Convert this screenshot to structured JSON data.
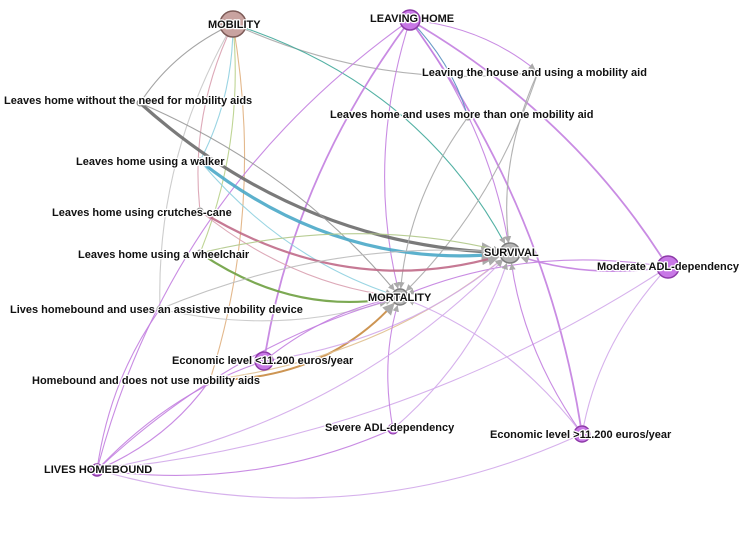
{
  "diagram": {
    "nodes": [
      {
        "id": "mobility",
        "label": "MOBILITY",
        "color": "#c9a3a0",
        "border": "#7d5b58"
      },
      {
        "id": "leaving_home",
        "label": "LEAVING HOME",
        "color": "#c878e6",
        "border": "#8d3aa8"
      },
      {
        "id": "leaving_aid",
        "label": "Leaving the house and using a mobility aid",
        "color": "#bdbdbd",
        "border": "#8a8a8a"
      },
      {
        "id": "no_aids",
        "label": "Leaves home without the need for mobility aids",
        "color": "#bdbdbd",
        "border": "#8a8a8a"
      },
      {
        "id": "more_aids",
        "label": "Leaves home and uses more than one mobility aid",
        "color": "#bdbdbd",
        "border": "#8a8a8a"
      },
      {
        "id": "walker",
        "label": "Leaves home using a walker",
        "color": "#bdbdbd",
        "border": "#8a8a8a"
      },
      {
        "id": "crutches",
        "label": "Leaves home using crutches-cane",
        "color": "#bdbdbd",
        "border": "#8a8a8a"
      },
      {
        "id": "wheelchair",
        "label": "Leaves home using a wheelchair",
        "color": "#bdbdbd",
        "border": "#8a8a8a"
      },
      {
        "id": "survival",
        "label": "SURVIVAL",
        "color": "#b5b5b5",
        "border": "#7d7d7d"
      },
      {
        "id": "moderate_adl",
        "label": "Moderate ADL-dependency",
        "color": "#c878e6",
        "border": "#8d3aa8"
      },
      {
        "id": "homebound_assist",
        "label": "Lives homebound and uses an assistive mobility device",
        "color": "#bdbdbd",
        "border": "#8a8a8a"
      },
      {
        "id": "mortality",
        "label": "MORTALITY",
        "color": "#b5b5b5",
        "border": "#7d7d7d"
      },
      {
        "id": "econ_low",
        "label": "Economic level <11.200 euros/year",
        "color": "#c878e6",
        "border": "#8d3aa8"
      },
      {
        "id": "homebound_no_aids",
        "label": "Homebound and does not use mobility aids",
        "color": "#bdbdbd",
        "border": "#8a8a8a"
      },
      {
        "id": "severe_adl",
        "label": "Severe ADL-dependency",
        "color": "#c878e6",
        "border": "#8d3aa8"
      },
      {
        "id": "econ_high",
        "label": "Economic level >11.200 euros/year",
        "color": "#c878e6",
        "border": "#8d3aa8"
      },
      {
        "id": "lives_homebound",
        "label": "LIVES HOMEBOUND",
        "color": "#c878e6",
        "border": "#8d3aa8"
      }
    ],
    "edges": [
      {
        "from": "mobility",
        "to": "no_aids",
        "color": "#9a9a9a"
      },
      {
        "from": "mobility",
        "to": "walker",
        "color": "#8fcfe0"
      },
      {
        "from": "mobility",
        "to": "crutches",
        "color": "#d9a0b0"
      },
      {
        "from": "mobility",
        "to": "wheelchair",
        "color": "#b8d08a"
      },
      {
        "from": "mobility",
        "to": "homebound_assist",
        "color": "#c8c8c8"
      },
      {
        "from": "mobility",
        "to": "homebound_no_aids",
        "color": "#e0b080"
      },
      {
        "from": "mobility",
        "to": "leaving_aid",
        "color": "#aaaaaa"
      },
      {
        "from": "mobility",
        "to": "survival",
        "color": "#40a89a"
      },
      {
        "from": "leaving_home",
        "to": "leaving_aid",
        "color": "#c380e0"
      },
      {
        "from": "leaving_home",
        "to": "survival",
        "color": "#c380e0"
      },
      {
        "from": "leaving_home",
        "to": "mortality",
        "color": "#c380e0"
      },
      {
        "from": "leaving_home",
        "to": "moderate_adl",
        "color": "#c380e0"
      },
      {
        "from": "leaving_home",
        "to": "econ_low",
        "color": "#c380e0"
      },
      {
        "from": "leaving_home",
        "to": "econ_high",
        "color": "#c380e0"
      },
      {
        "from": "leaving_home",
        "to": "lives_homebound",
        "color": "#c380e0"
      },
      {
        "from": "leaving_home",
        "to": "more_aids",
        "color": "#5a90c0"
      },
      {
        "from": "leaving_aid",
        "to": "survival",
        "color": "#aaaaaa"
      },
      {
        "from": "leaving_aid",
        "to": "mortality",
        "color": "#aaaaaa"
      },
      {
        "from": "no_aids",
        "to": "survival",
        "color": "#6b6b6b"
      },
      {
        "from": "no_aids",
        "to": "mortality",
        "color": "#999999"
      },
      {
        "from": "more_aids",
        "to": "mortality",
        "color": "#aaaaaa"
      },
      {
        "from": "walker",
        "to": "survival",
        "color": "#4aa8c8"
      },
      {
        "from": "walker",
        "to": "mortality",
        "color": "#8fd0e0"
      },
      {
        "from": "crutches",
        "to": "survival",
        "color": "#c06a88"
      },
      {
        "from": "crutches",
        "to": "mortality",
        "color": "#d9a0b0"
      },
      {
        "from": "wheelchair",
        "to": "survival",
        "color": "#b0c888"
      },
      {
        "from": "wheelchair",
        "to": "mortality",
        "color": "#6ea040"
      },
      {
        "from": "homebound_assist",
        "to": "survival",
        "color": "#bbbbbb"
      },
      {
        "from": "homebound_assist",
        "to": "mortality",
        "color": "#c8c8c8"
      },
      {
        "from": "homebound_no_aids",
        "to": "mortality",
        "color": "#c88a40"
      },
      {
        "from": "homebound_no_aids",
        "to": "survival",
        "color": "#e0c090"
      },
      {
        "from": "moderate_adl",
        "to": "survival",
        "color": "#c380e0"
      },
      {
        "from": "moderate_adl",
        "to": "mortality",
        "color": "#c380e0"
      },
      {
        "from": "moderate_adl",
        "to": "lives_homebound",
        "color": "#d2a8ea"
      },
      {
        "from": "moderate_adl",
        "to": "econ_high",
        "color": "#d2a8ea"
      },
      {
        "from": "econ_low",
        "to": "mortality",
        "color": "#c380e0"
      },
      {
        "from": "econ_low",
        "to": "survival",
        "color": "#d2a8ea"
      },
      {
        "from": "econ_high",
        "to": "survival",
        "color": "#c380e0"
      },
      {
        "from": "econ_high",
        "to": "mortality",
        "color": "#d2a8ea"
      },
      {
        "from": "severe_adl",
        "to": "mortality",
        "color": "#c380e0"
      },
      {
        "from": "severe_adl",
        "to": "survival",
        "color": "#d2a8ea"
      },
      {
        "from": "lives_homebound",
        "to": "homebound_assist",
        "color": "#c380e0"
      },
      {
        "from": "lives_homebound",
        "to": "homebound_no_aids",
        "color": "#c380e0"
      },
      {
        "from": "lives_homebound",
        "to": "econ_low",
        "color": "#c380e0"
      },
      {
        "from": "lives_homebound",
        "to": "severe_adl",
        "color": "#c380e0"
      },
      {
        "from": "lives_homebound",
        "to": "mortality",
        "color": "#c380e0"
      },
      {
        "from": "lives_homebound",
        "to": "survival",
        "color": "#d2a8ea"
      },
      {
        "from": "lives_homebound",
        "to": "econ_high",
        "color": "#d2a8ea"
      }
    ]
  }
}
